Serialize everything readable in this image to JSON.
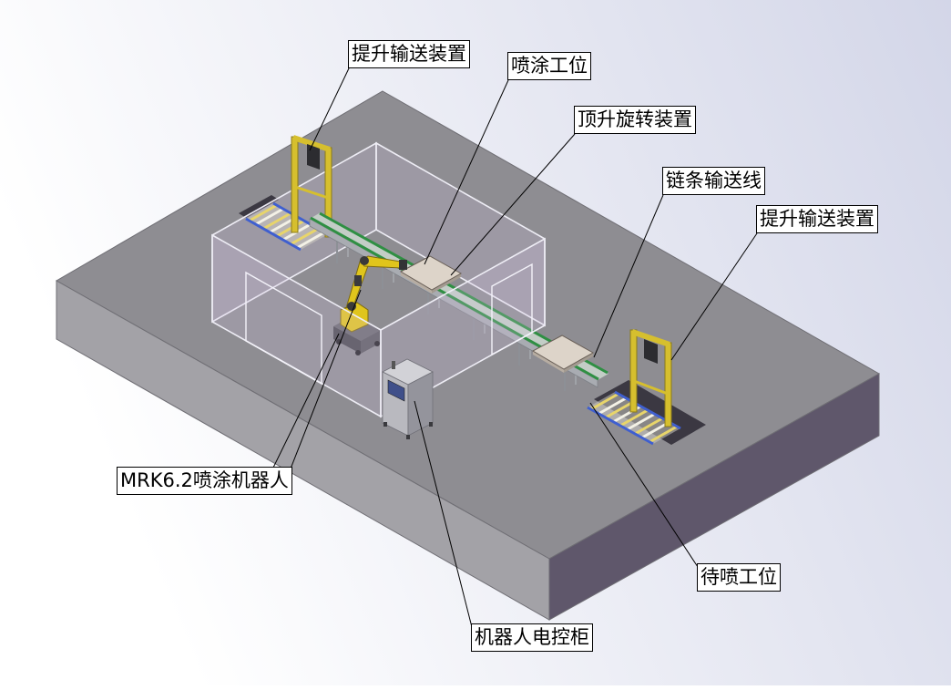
{
  "labels": {
    "lift_conveyor_left": "提升输送装置",
    "spray_station": "喷涂工位",
    "jacking_rotation_unit": "顶升旋转装置",
    "chain_conveyor": "链条输送线",
    "lift_conveyor_right": "提升输送装置",
    "spray_robot": "MRK6.2喷涂机器人",
    "waiting_station": "待喷工位",
    "control_cabinet": "机器人电控柜"
  },
  "colors": {
    "bg_light": "#ffffff",
    "bg_tint": "#d3d6e8",
    "floor_top": "#8e8d92",
    "floor_left": "#a3a2a7",
    "floor_right": "#5f576b",
    "pit": "#3b3842",
    "booth_wall": "#d8c4e2",
    "conveyor_green": "#2f8f43",
    "lift_yellow": "#d6bf2e",
    "roller_blue": "#3f5fcf",
    "robot_yellow": "#e0c51c",
    "cabinet_front": "#b9b9bf",
    "cabinet_side": "#94949c",
    "platform": "#ddd4c9"
  }
}
